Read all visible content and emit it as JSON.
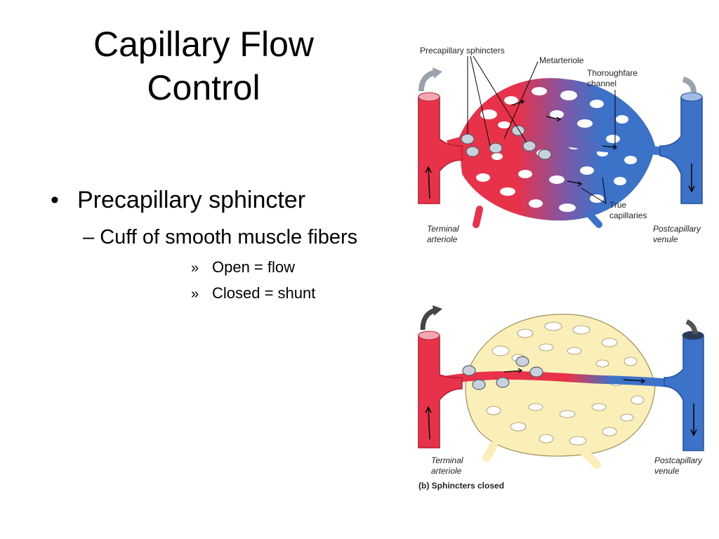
{
  "slide": {
    "title_line1": "Capillary Flow",
    "title_line2": "Control",
    "bullets": {
      "level1": {
        "marker": "•",
        "text": "Precapillary sphincter"
      },
      "level2": {
        "marker": "–",
        "text": "Cuff of smooth muscle fibers"
      },
      "level3": [
        {
          "marker": "»",
          "text": "Open = flow"
        },
        {
          "marker": "»",
          "text": "Closed = shunt"
        }
      ]
    }
  },
  "diagram_open": {
    "labels": {
      "precapillary_sphincters": "Precapillary sphincters",
      "metarteriole": "Metarteriole",
      "thoroughfare_line1": "Thoroughfare",
      "thoroughfare_line2": "channel",
      "true_cap_line1": "True",
      "true_cap_line2": "capillaries",
      "terminal_line1": "Terminal",
      "terminal_line2": "arteriole",
      "postcap_line1": "Postcapillary",
      "postcap_line2": "venule"
    }
  },
  "diagram_closed": {
    "labels": {
      "terminal_line1": "Terminal",
      "terminal_line2": "arteriole",
      "postcap_line1": "Postcapillary",
      "postcap_line2": "venule",
      "caption": "(b) Sphincters closed"
    }
  },
  "colors": {
    "artery_red": "#e8324a",
    "vein_blue": "#3c73c8",
    "closed_capillary": "#fbefb9",
    "sphincter_gray": "#c9d1dc"
  }
}
